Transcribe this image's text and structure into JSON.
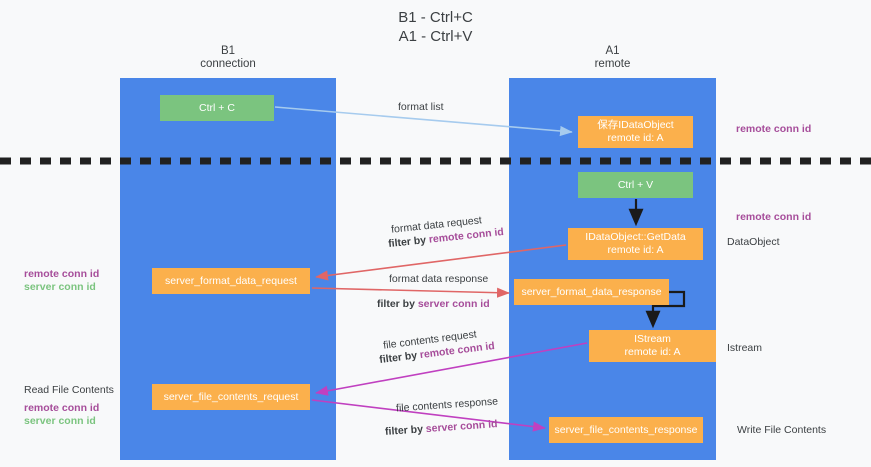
{
  "title": {
    "line1": "B1 - Ctrl+C",
    "line2": "A1 - Ctrl+V"
  },
  "columns": [
    {
      "id": "b1",
      "name": "B1",
      "sublabel": "connection",
      "color": "#4a86e8"
    },
    {
      "id": "a1",
      "name": "A1",
      "sublabel": "remote",
      "color": "#4a86e8"
    }
  ],
  "nodes": [
    {
      "id": "ctrl-c",
      "line1": "Ctrl + C",
      "line2": "",
      "color": "#7bc47f"
    },
    {
      "id": "save-idataobject",
      "line1": "保存IDataObject",
      "line2": "remote id: A",
      "color": "#fbb04c"
    },
    {
      "id": "ctrl-v",
      "line1": "Ctrl + V",
      "line2": "",
      "color": "#7bc47f"
    },
    {
      "id": "idataobject-getdata",
      "line1": "IDataObject::GetData",
      "line2": "remote id: A",
      "color": "#fbb04c"
    },
    {
      "id": "server-format-data-request",
      "line1": "server_format_data_request",
      "line2": "",
      "color": "#fbb04c"
    },
    {
      "id": "server-format-data-response",
      "line1": "server_format_data_response",
      "line2": "",
      "color": "#fbb04c"
    },
    {
      "id": "istream",
      "line1": "IStream",
      "line2": "remote id: A",
      "color": "#fbb04c"
    },
    {
      "id": "server-file-contents-request",
      "line1": "server_file_contents_request",
      "line2": "",
      "color": "#fbb04c"
    },
    {
      "id": "server-file-contents-response",
      "line1": "server_file_contents_response",
      "line2": "",
      "color": "#fbb04c"
    }
  ],
  "edge_labels": {
    "format_list": "format list",
    "format_data_request": "format data request",
    "format_data_request_filter_prefix": "filter by ",
    "format_data_request_filter_key": "remote conn id",
    "format_data_response": "format data response",
    "format_data_response_filter_prefix": "filter by ",
    "format_data_response_filter_key": "server conn id",
    "file_contents_request": "file contents request",
    "file_contents_request_filter_prefix": "filter by ",
    "file_contents_request_filter_key": "remote conn id",
    "file_contents_response": "file contents response",
    "file_contents_response_filter_prefix": "filter by ",
    "file_contents_response_filter_key": "server conn id"
  },
  "annotations": {
    "right_remote_conn_id_top": "remote conn id",
    "right_remote_conn_id_mid": "remote conn id",
    "dataobject": "DataObject",
    "istream": "Istream",
    "write_file_contents": "Write File Contents",
    "read_file_contents": "Read File Contents",
    "left_remote_conn_id_mid": "remote conn id",
    "left_server_conn_id_mid": "server conn id",
    "left_remote_conn_id_bottom": "remote conn id",
    "left_server_conn_id_bottom": "server conn id"
  },
  "colors": {
    "lane": "#4a86e8",
    "green_node": "#7bc47f",
    "orange_node": "#fbb04c",
    "purple_key": "#a64d9a",
    "green_key": "#7bc47f",
    "arrow_blue": "#a6cbee",
    "arrow_red": "#e06666",
    "arrow_magenta": "#c040c0",
    "arrow_black": "#1a1a1a",
    "divider": "#212121",
    "background": "#f8f9fa"
  }
}
